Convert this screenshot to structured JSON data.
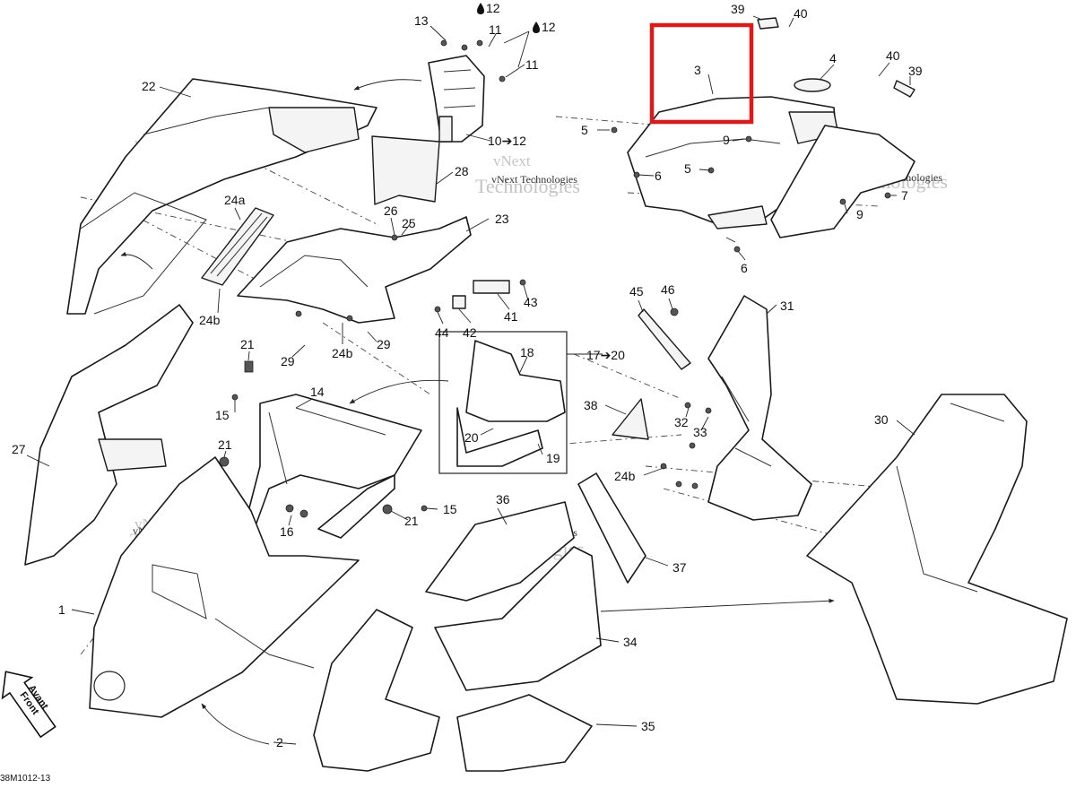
{
  "diagram_id": "38M1012-13",
  "watermark": {
    "line1": "vNext",
    "line2": "Technologies",
    "single": "vNext Technologies"
  },
  "front_arrow": {
    "line1": "Front",
    "line2": "Avant"
  },
  "highlight_color": "#e01818",
  "callouts": [
    {
      "key": "c13",
      "text": "13"
    },
    {
      "key": "c12a",
      "text": "12"
    },
    {
      "key": "c11a",
      "text": "11"
    },
    {
      "key": "c12b",
      "text": "12"
    },
    {
      "key": "c11b",
      "text": "11"
    },
    {
      "key": "c10",
      "text": "10➔12"
    },
    {
      "key": "c22",
      "text": "22"
    },
    {
      "key": "c28",
      "text": "28"
    },
    {
      "key": "c24a",
      "text": "24a"
    },
    {
      "key": "c26",
      "text": "26"
    },
    {
      "key": "c25",
      "text": "25"
    },
    {
      "key": "c23",
      "text": "23"
    },
    {
      "key": "c24b1",
      "text": "24b"
    },
    {
      "key": "c29a",
      "text": "29"
    },
    {
      "key": "c24b2",
      "text": "24b"
    },
    {
      "key": "c29b",
      "text": "29"
    },
    {
      "key": "c44",
      "text": "44"
    },
    {
      "key": "c42",
      "text": "42"
    },
    {
      "key": "c41",
      "text": "41"
    },
    {
      "key": "c43",
      "text": "43"
    },
    {
      "key": "c39a",
      "text": "39"
    },
    {
      "key": "c40a",
      "text": "40"
    },
    {
      "key": "c3",
      "text": "3"
    },
    {
      "key": "c4",
      "text": "4"
    },
    {
      "key": "c40b",
      "text": "40"
    },
    {
      "key": "c39b",
      "text": "39"
    },
    {
      "key": "c5a",
      "text": "5"
    },
    {
      "key": "c9a",
      "text": "9"
    },
    {
      "key": "c6a",
      "text": "6"
    },
    {
      "key": "c5b",
      "text": "5"
    },
    {
      "key": "c7",
      "text": "7"
    },
    {
      "key": "c9b",
      "text": "9"
    },
    {
      "key": "c6b",
      "text": "6"
    },
    {
      "key": "c45",
      "text": "45"
    },
    {
      "key": "c46",
      "text": "46"
    },
    {
      "key": "c31",
      "text": "31"
    },
    {
      "key": "c21a",
      "text": "21"
    },
    {
      "key": "c14",
      "text": "14"
    },
    {
      "key": "c15a",
      "text": "15"
    },
    {
      "key": "c21b",
      "text": "21"
    },
    {
      "key": "c16",
      "text": "16"
    },
    {
      "key": "c15b",
      "text": "15"
    },
    {
      "key": "c21c",
      "text": "21"
    },
    {
      "key": "c18",
      "text": "18"
    },
    {
      "key": "c17",
      "text": "17➔20"
    },
    {
      "key": "c20",
      "text": "20"
    },
    {
      "key": "c19",
      "text": "19"
    },
    {
      "key": "c38",
      "text": "38"
    },
    {
      "key": "c32",
      "text": "32"
    },
    {
      "key": "c33",
      "text": "33"
    },
    {
      "key": "c24b3",
      "text": "24b"
    },
    {
      "key": "c30",
      "text": "30"
    },
    {
      "key": "c27",
      "text": "27"
    },
    {
      "key": "c36",
      "text": "36"
    },
    {
      "key": "c37",
      "text": "37"
    },
    {
      "key": "c1",
      "text": "1"
    },
    {
      "key": "c34",
      "text": "34"
    },
    {
      "key": "c2",
      "text": "2"
    },
    {
      "key": "c35",
      "text": "35"
    }
  ]
}
